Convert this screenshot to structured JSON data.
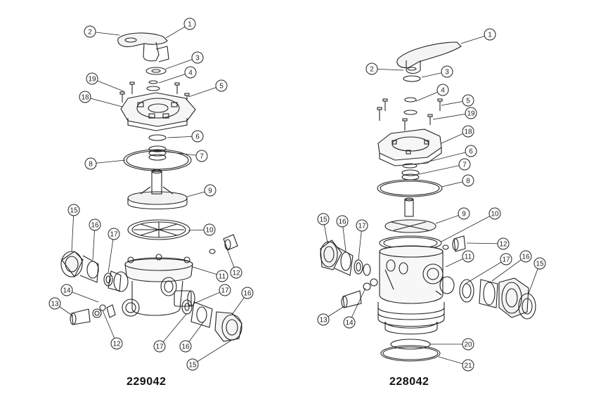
{
  "diagrams": [
    {
      "model": "229042",
      "callouts": [
        "1",
        "2",
        "3",
        "4",
        "5",
        "19",
        "18",
        "6",
        "7",
        "8",
        "9",
        "10",
        "15",
        "16",
        "17",
        "11",
        "12",
        "14",
        "17",
        "16",
        "13",
        "12",
        "17",
        "16",
        "15"
      ]
    },
    {
      "model": "228042",
      "callouts": [
        "1",
        "2",
        "3",
        "4",
        "5",
        "19",
        "18",
        "6",
        "7",
        "8",
        "9",
        "10",
        "15",
        "16",
        "17",
        "12",
        "11",
        "17",
        "16",
        "15",
        "13",
        "14",
        "20",
        "21"
      ]
    }
  ],
  "colors": {
    "line": "#222222",
    "background": "#ffffff"
  }
}
